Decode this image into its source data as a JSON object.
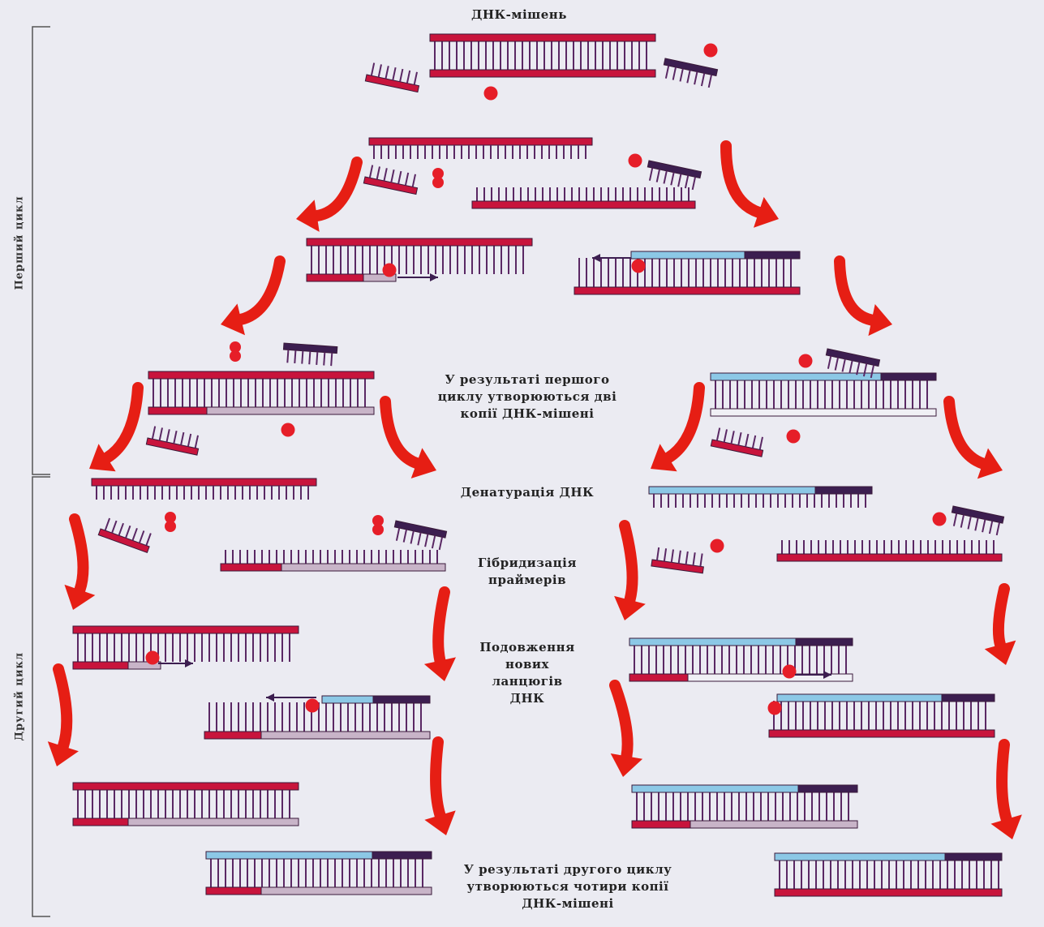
{
  "title": "ДНК-мішень",
  "cycles": {
    "first": "Перший цикл",
    "second": "Другий цикл"
  },
  "steps": {
    "result_first": [
      "У результаті першого",
      "циклу утворюються дві",
      "копії ДНК-мішені"
    ],
    "denaturation": "Денатурація ДНК",
    "hybridization": [
      "Гібридизація",
      "праймерів"
    ],
    "elongation": [
      "Подовження",
      "нових",
      "ланцюгів",
      "ДНК"
    ],
    "result_second": [
      "У результаті другого циклу",
      "утворюються чотири копії",
      "ДНК-мішені"
    ]
  },
  "colors": {
    "target_strand": "#c8143c",
    "new_strand": "#c8b4c8",
    "primer_forward": "#c8143c",
    "primer_reverse": "#3c1e50",
    "copy_strand": "#8cc8e6",
    "rungs": "#5a2864",
    "polymerase": "#e61e28",
    "arrow": "#e61e14"
  }
}
